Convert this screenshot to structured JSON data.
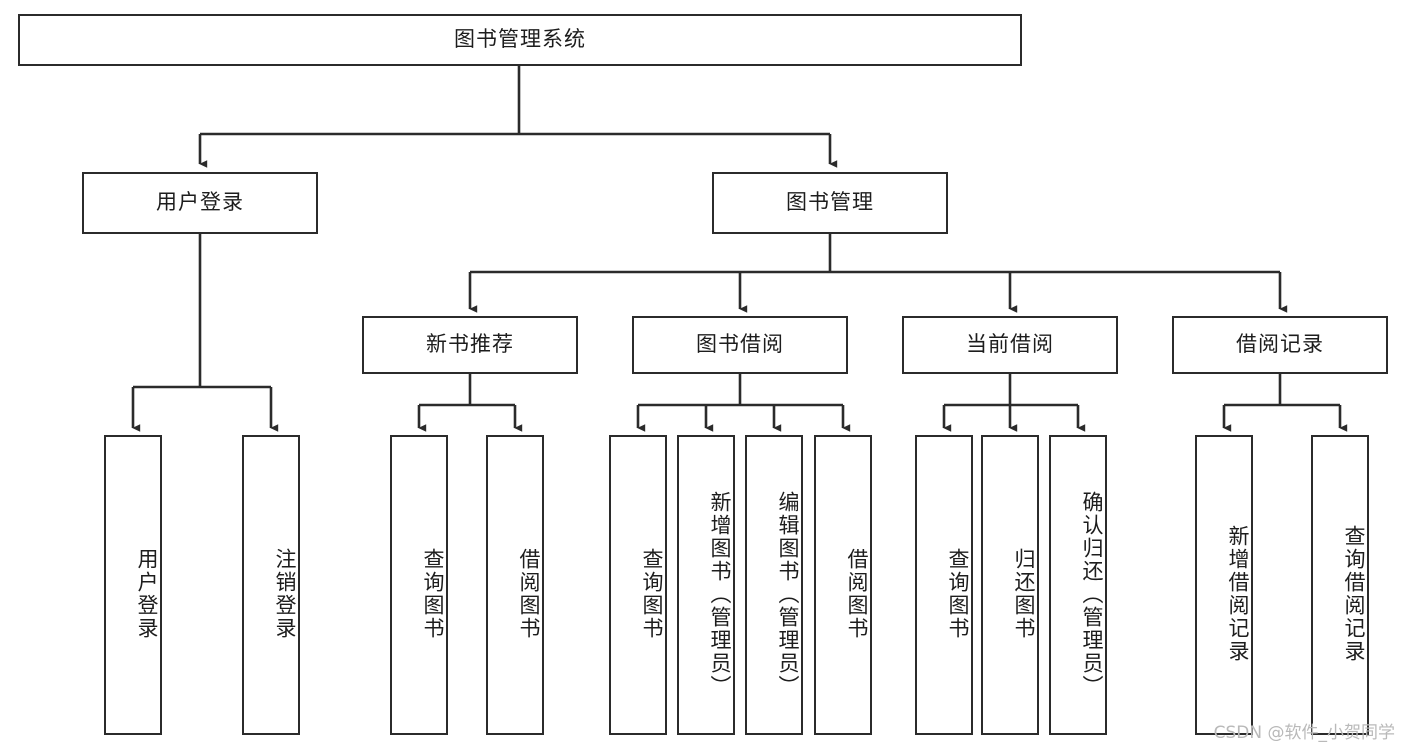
{
  "diagram": {
    "title": "图书管理系统",
    "type": "hierarchy-tree",
    "watermark": "CSDN @软件_小贺同学",
    "colors": {
      "box_border": "#2b2b2b",
      "box_fill": "#ffffff",
      "connector": "#2b2b2b",
      "text": "#1d1d1d",
      "watermark": "#b9b9b9"
    },
    "nodes": {
      "root": {
        "label": "图书管理系统",
        "level": 1,
        "orientation": "horizontal"
      },
      "l2": [
        {
          "id": "user-login",
          "label": "用户登录",
          "level": 2,
          "orientation": "horizontal"
        },
        {
          "id": "book-manage",
          "label": "图书管理",
          "level": 2,
          "orientation": "horizontal"
        }
      ],
      "l3": [
        {
          "id": "new-book-rec",
          "label": "新书推荐",
          "level": 3,
          "orientation": "horizontal"
        },
        {
          "id": "book-borrow",
          "label": "图书借阅",
          "level": 3,
          "orientation": "horizontal"
        },
        {
          "id": "current-borrow",
          "label": "当前借阅",
          "level": 3,
          "orientation": "horizontal"
        },
        {
          "id": "borrow-record",
          "label": "借阅记录",
          "level": 3,
          "orientation": "horizontal"
        }
      ],
      "l4": [
        {
          "id": "leaf-user-login",
          "label": "用户登录",
          "parent": "user-login",
          "orientation": "vertical"
        },
        {
          "id": "leaf-user-logout",
          "label": "注销登录",
          "parent": "user-login",
          "orientation": "vertical"
        },
        {
          "id": "leaf-query-book-1",
          "label": "查询图书",
          "parent": "new-book-rec",
          "orientation": "vertical"
        },
        {
          "id": "leaf-borrow-book-1",
          "label": "借阅图书",
          "parent": "new-book-rec",
          "orientation": "vertical"
        },
        {
          "id": "leaf-query-book-2",
          "label": "查询图书",
          "parent": "book-borrow",
          "orientation": "vertical"
        },
        {
          "id": "leaf-add-book",
          "label": "新增图书（管理员）",
          "parent": "book-borrow",
          "orientation": "vertical"
        },
        {
          "id": "leaf-edit-book",
          "label": "编辑图书（管理员）",
          "parent": "book-borrow",
          "orientation": "vertical"
        },
        {
          "id": "leaf-borrow-book-2",
          "label": "借阅图书",
          "parent": "book-borrow",
          "orientation": "vertical"
        },
        {
          "id": "leaf-query-book-3",
          "label": "查询图书",
          "parent": "current-borrow",
          "orientation": "vertical"
        },
        {
          "id": "leaf-return-book",
          "label": "归还图书",
          "parent": "current-borrow",
          "orientation": "vertical"
        },
        {
          "id": "leaf-confirm-return",
          "label": "确认归还（管理员）",
          "parent": "current-borrow",
          "orientation": "vertical"
        },
        {
          "id": "leaf-add-record",
          "label": "新增借阅记录",
          "parent": "borrow-record",
          "orientation": "vertical"
        },
        {
          "id": "leaf-query-record",
          "label": "查询借阅记录",
          "parent": "borrow-record",
          "orientation": "vertical"
        }
      ]
    }
  }
}
